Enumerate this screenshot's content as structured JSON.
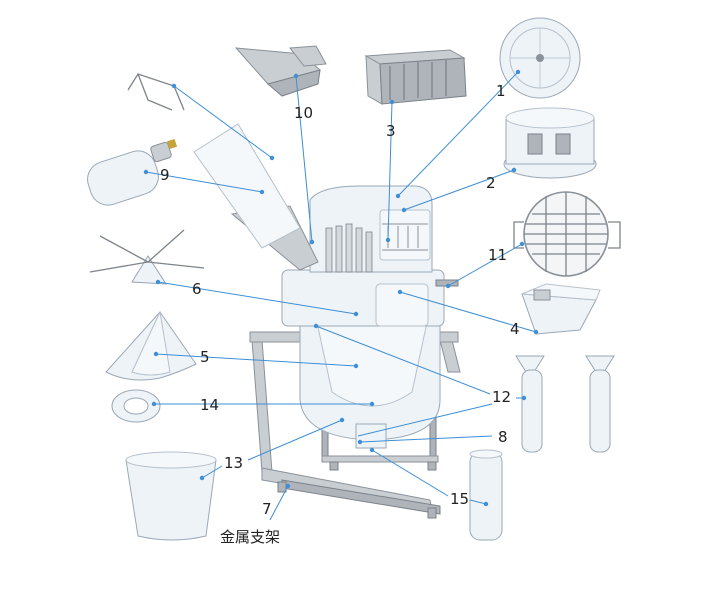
{
  "labels": {
    "n1": "1",
    "n2": "2",
    "n3": "3",
    "n4": "4",
    "n5": "5",
    "n6": "6",
    "n7": "7",
    "n8": "8",
    "n9": "9",
    "n10": "10",
    "n11": "11",
    "n12": "12",
    "n13": "13",
    "n14": "14",
    "n15": "15",
    "stand_caption": "金属支架"
  },
  "colors": {
    "leader": "#3d8fd6",
    "text": "#222222"
  }
}
